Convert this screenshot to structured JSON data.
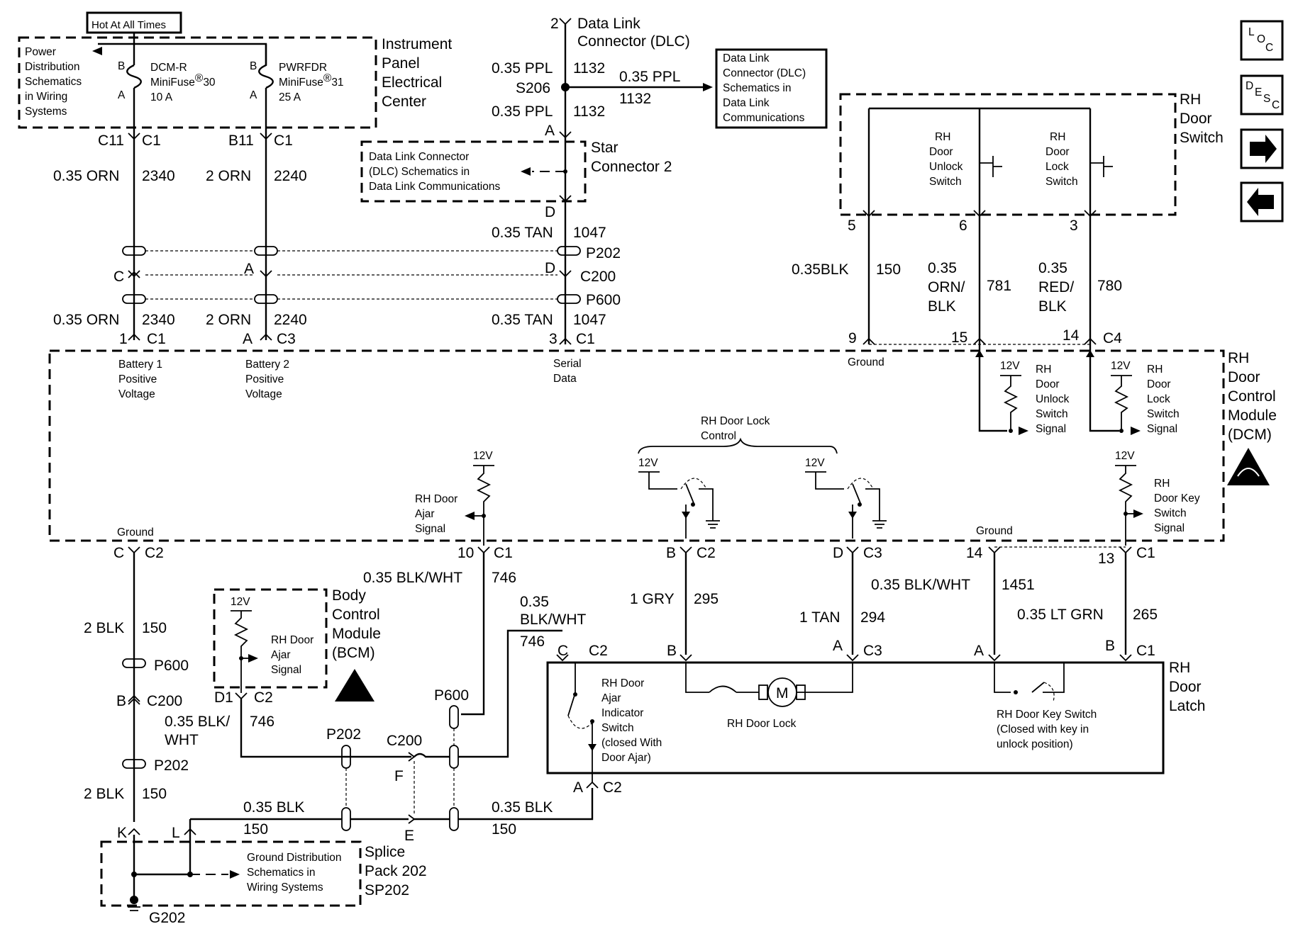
{
  "header": {
    "hot": "Hot At All Times"
  },
  "ipec": {
    "title": [
      "Instrument",
      "Panel",
      "Electrical",
      "Center"
    ],
    "pds": [
      "Power",
      "Distribution",
      "Schematics",
      "in Wiring",
      "Systems"
    ],
    "fuse1": {
      "name": "DCM-R",
      "type": "MiniFuse",
      "num": "30",
      "amps": "10 A",
      "pin_b": "B",
      "pin_a": "A"
    },
    "fuse2": {
      "name": "PWRFDR",
      "type": "MiniFuse",
      "num": "31",
      "amps": "25 A",
      "pin_b": "B",
      "pin_a": "A"
    },
    "reg": "®"
  },
  "dlc": {
    "pin": "2",
    "title": [
      "Data Link",
      "Connector (DLC)"
    ],
    "box": [
      "Data Link",
      "Connector (DLC)",
      "Schematics in",
      "Data Link",
      "Communications"
    ],
    "wire_up_g": "0.35 PPL",
    "wire_up_n": "1132",
    "wire_dn_g": "0.35 PPL",
    "wire_dn_n": "1132",
    "wire_rt_g": "0.35 PPL",
    "wire_rt_n": "1132",
    "splice": "S206"
  },
  "star": {
    "pin_a": "A",
    "pin_d": "D",
    "title": [
      "Star",
      "Connector  2"
    ],
    "box": [
      "Data Link Connector",
      "(DLC) Schematics in",
      "Data Link Communications"
    ]
  },
  "wires_top": {
    "c11": "C11",
    "b11": "B11",
    "c1": "C1",
    "w1_g": "0.35 ORN",
    "w1_n": "2340",
    "w2_g": "2 ORN",
    "w2_n": "2240",
    "tan_g": "0.35 TAN",
    "tan_n": "1047",
    "p202": "P202",
    "c200": "C200",
    "p600": "P600",
    "pin_c": "C",
    "pin_a": "A",
    "pin_d": "D"
  },
  "wires_lower": {
    "w1_g": "0.35 ORN",
    "w1_n": "2340",
    "w2_g": "2 ORN",
    "w2_n": "2240",
    "tan_g": "0.35 TAN",
    "tan_n": "1047",
    "p1": "1",
    "c1": "C1",
    "pa": "A",
    "c3": "C3",
    "p3": "3",
    "c1b": "C1"
  },
  "dcm": {
    "title": [
      "RH",
      "Door",
      "Control",
      "Module",
      "(DCM)"
    ],
    "bat1": [
      "Battery 1",
      "Positive",
      "Voltage"
    ],
    "bat2": [
      "Battery 2",
      "Positive",
      "Voltage"
    ],
    "serial": [
      "Serial",
      "Data"
    ],
    "ground1": "Ground",
    "ground2": "Ground",
    "ground3": "Ground",
    "unlock_sig": [
      "RH",
      "Door",
      "Unlock",
      "Switch",
      "Signal"
    ],
    "lock_sig": [
      "RH",
      "Door",
      "Lock",
      "Switch",
      "Signal"
    ],
    "ajar_sig": [
      "RH Door",
      "Ajar",
      "Signal"
    ],
    "lock_ctrl": [
      "RH Door Lock",
      "Control"
    ],
    "key_sig": [
      "RH",
      "Door Key",
      "Switch",
      "Signal"
    ],
    "v12": "12V"
  },
  "door_switch": {
    "title": [
      "RH",
      "Door",
      "Switch"
    ],
    "unlock": [
      "RH",
      "Door",
      "Unlock",
      "Switch"
    ],
    "lock": [
      "RH",
      "Door",
      "Lock",
      "Switch"
    ],
    "pin5": "5",
    "pin6": "6",
    "pin3": "3",
    "w150_g": "0.35BLK",
    "w150_n": "150",
    "w781_g": [
      "0.35",
      "ORN/",
      "BLK"
    ],
    "w781_n": "781",
    "w780_g": [
      "0.35",
      "RED/",
      "BLK"
    ],
    "w780_n": "780",
    "pin9": "9",
    "pin15": "15",
    "pin14": "14",
    "c4": "C4"
  },
  "lower_conn": {
    "c": "C",
    "c2": "C2",
    "p10": "10",
    "c1": "C1",
    "b": "B",
    "c2b": "C2",
    "d": "D",
    "c3": "C3",
    "p14": "14",
    "p13": "13",
    "c1b": "C1"
  },
  "lower_wires": {
    "w746_g": "0.35 BLK/WHT",
    "w746_n": "746",
    "w746b_g": [
      "0.35",
      "BLK/WHT"
    ],
    "w746b_n": "746",
    "w295_g": "1 GRY",
    "w295_n": "295",
    "w294_g": "1 TAN",
    "w294_n": "294",
    "w1451_g": "0.35 BLK/WHT",
    "w1451_n": "1451",
    "w265_g": "0.35 LT GRN",
    "w265_n": "265",
    "w2blk_g": "2 BLK",
    "w2blk_n": "150",
    "w2blk2_g": "2 BLK",
    "w2blk2_n": "150",
    "wl_g": "0.35 BLK",
    "wl_n": "150",
    "wr_g": "0.35 BLK",
    "wr_n": "150",
    "bcm_g": [
      "0.35 BLK/",
      "WHT"
    ],
    "bcm_n": "746"
  },
  "bcm": {
    "title": [
      "Body",
      "Control",
      "Module",
      "(BCM)"
    ],
    "v12": "12V",
    "ajar": [
      "RH Door",
      "Ajar",
      "Signal"
    ],
    "d1": "D1",
    "c2": "C2"
  },
  "inline_lower": {
    "p600": "P600",
    "c200": "C200",
    "p202": "P202",
    "b": "B",
    "p202b": "P202",
    "c200b": "C200",
    "p600b": "P600",
    "f": "F",
    "e": "E",
    "k": "K",
    "l": "L"
  },
  "latch": {
    "title": [
      "RH",
      "Door",
      "Latch"
    ],
    "ajar_sw": [
      "RH Door",
      "Ajar",
      "Indicator",
      "Switch",
      "(closed With",
      "Door Ajar)"
    ],
    "lock": "RH Door Lock",
    "motor": "M",
    "key_sw": [
      "RH Door Key Switch",
      "(Closed with key in",
      "unlock position)"
    ],
    "pc": "C",
    "c2": "C2",
    "pb": "B",
    "pa": "A",
    "c3": "C3",
    "pa2": "A",
    "pb2": "B",
    "c1": "C1",
    "pa3": "A",
    "c2b": "C2"
  },
  "splice": {
    "title": [
      "Splice",
      "Pack  202",
      "SP202"
    ],
    "box": [
      "Ground Distribution",
      "Schematics in",
      "Wiring Systems"
    ],
    "ground": "G202"
  },
  "nav": {
    "loc": [
      "L",
      "O",
      "C"
    ],
    "desc": [
      "D",
      "E",
      "S",
      "C"
    ],
    "next": "➔",
    "prev": "⬅"
  }
}
